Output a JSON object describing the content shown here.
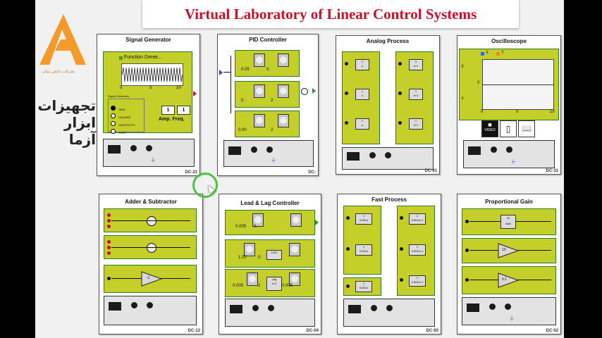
{
  "header": {
    "title": "Virtual Laboratory of Linear Control Systems"
  },
  "logo": {
    "brand_line1": "تجهیزات",
    "brand_line2": "ابزار آزما",
    "tagline": "شرکت دانش بنیان"
  },
  "panels": {
    "signal_generator": {
      "title": "Signal Generator",
      "code": "DC-21",
      "display_label": "Function Gener...",
      "axis_ticks": [
        "0",
        "5",
        "10"
      ],
      "group_label": "Signal Generator",
      "options": [
        "SINE",
        "SQUARE",
        "SAWTOOTH",
        "STEP"
      ],
      "amp_value": "1",
      "freq_value": "1",
      "amp_freq_label": "Amp. Freq."
    },
    "pid_controller": {
      "title": "PID Controller",
      "code": "DC-",
      "rows": [
        {
          "left": "0.05",
          "right": "0."
        },
        {
          "left": "0.",
          "right": "2"
        },
        {
          "left": "0.00",
          "right": "2"
        }
      ]
    },
    "analog_process": {
      "title": "Analog Process",
      "code": "DC-91"
    },
    "oscilloscope": {
      "title": "Oscilloscope",
      "code": "DC-31",
      "legend_x": "X",
      "legend_y": "Y",
      "axis_x_label": "X",
      "axis_y_label": "Y",
      "y_tick": "0",
      "x_ticks": [
        "0",
        "5",
        "10"
      ],
      "video_label": "VIDEO"
    },
    "adder_subtractor": {
      "title": "Adder & Subtractor",
      "code": "DC-12",
      "gain_label": "-1"
    },
    "lead_lag_controller": {
      "title": "Lead & Lag Controller",
      "code": "DC-04",
      "rows": [
        {
          "left": "0.005",
          "mid": "0."
        },
        {
          "left": "1.02",
          "mid": "0.",
          "tf": "0.5/1"
        },
        {
          "left": "0.005",
          "mid": "0.005",
          "extra": "2"
        }
      ]
    },
    "fast_process": {
      "title": "Fast Process",
      "code": "DC-93"
    },
    "proportional_gain": {
      "title": "Proportional Gain",
      "code": "DC-52",
      "gains": [
        "10",
        "10",
        "0.1"
      ],
      "gain_block_label": "Gain"
    }
  },
  "colors": {
    "title_red": "#c8102e",
    "panel_yellow": "#c4cf2a",
    "panel_border_green": "#2e7b27",
    "cursor_ring": "#4cc23f"
  }
}
